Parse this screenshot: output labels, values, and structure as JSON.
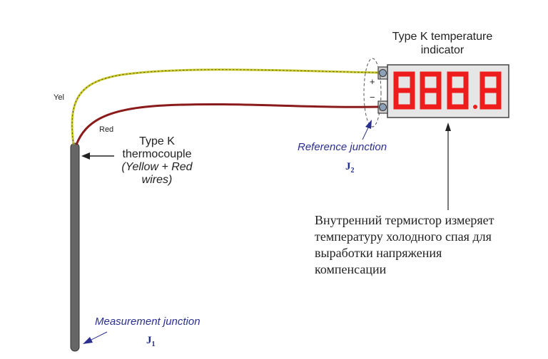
{
  "indicator": {
    "title_line1": "Type K temperature",
    "title_line2": "indicator",
    "display": "888.8",
    "plus": "+",
    "minus": "−"
  },
  "wires": {
    "yellow_label": "Yel",
    "red_label": "Red",
    "yellow_color": "#c8c82a",
    "red_color": "#8b1a1a"
  },
  "thermocouple": {
    "line1": "Type K",
    "line2": "thermocouple",
    "line3": "(Yellow + Red",
    "line4": "wires)"
  },
  "reference": {
    "label": "Reference junction",
    "j": "J",
    "sub": "2"
  },
  "measurement": {
    "label": "Measurement junction",
    "j": "J",
    "sub": "1"
  },
  "note": {
    "lines": [
      "Внутренний термистор измеряет",
      "температуру холодного спая для",
      "выработки напряжения",
      "компенсации"
    ]
  },
  "colors": {
    "digit": "#ee1c1c",
    "panel": "#e6e6e6",
    "probe": "#666666",
    "annotation": "#2a2f8f"
  }
}
